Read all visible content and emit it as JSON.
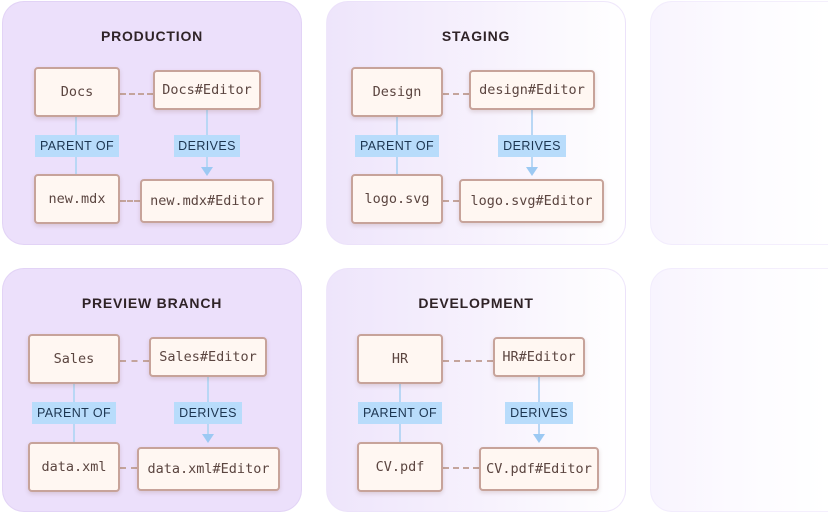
{
  "panels": [
    {
      "title": "PRODUCTION",
      "parent": "Docs",
      "parent_editor": "Docs#Editor",
      "child": "new.mdx",
      "child_editor": "new.mdx#Editor",
      "parent_of_label": "PARENT OF",
      "derives_label": "DERIVES"
    },
    {
      "title": "STAGING",
      "parent": "Design",
      "parent_editor": "design#Editor",
      "child": "logo.svg",
      "child_editor": "logo.svg#Editor",
      "parent_of_label": "PARENT OF",
      "derives_label": "DERIVES"
    },
    {
      "title": "PREVIEW BRANCH",
      "parent": "Sales",
      "parent_editor": "Sales#Editor",
      "child": "data.xml",
      "child_editor": "data.xml#Editor",
      "parent_of_label": "PARENT OF",
      "derives_label": "DERIVES"
    },
    {
      "title": "DEVELOPMENT",
      "parent": "HR",
      "parent_editor": "HR#Editor",
      "child": "CV.pdf",
      "child_editor": "CV.pdf#Editor",
      "parent_of_label": "PARENT OF",
      "derives_label": "DERIVES"
    }
  ],
  "colors": {
    "panel_fill": "#ece0fb",
    "node_fill": "#fff7f2",
    "node_border": "#c7a39a",
    "tag_fill": "#b8dcfb",
    "connector": "#b9d7f5"
  }
}
